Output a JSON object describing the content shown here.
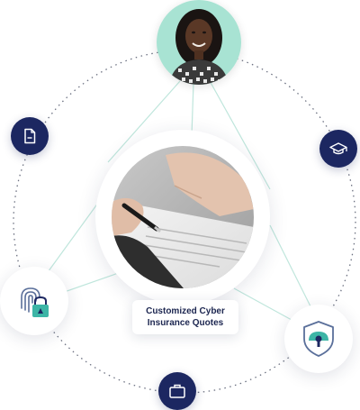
{
  "hub": {
    "label_line1": "Customized Cyber",
    "label_line2": "Insurance Quotes",
    "image": "document-signing-photo"
  },
  "avatar": {
    "image": "person-portrait"
  },
  "nodes": {
    "document": {
      "icon": "document-icon"
    },
    "education": {
      "icon": "graduation-cap-icon"
    },
    "briefcase": {
      "icon": "briefcase-icon"
    },
    "fingerprint_lock": {
      "icon": "fingerprint-lock-icon"
    },
    "shield_keyhole": {
      "icon": "shield-keyhole-icon"
    }
  },
  "colors": {
    "navy": "#1c2761",
    "teal": "#3db5a6",
    "mint": "#a8e3d3",
    "label_text": "#1c2650"
  }
}
